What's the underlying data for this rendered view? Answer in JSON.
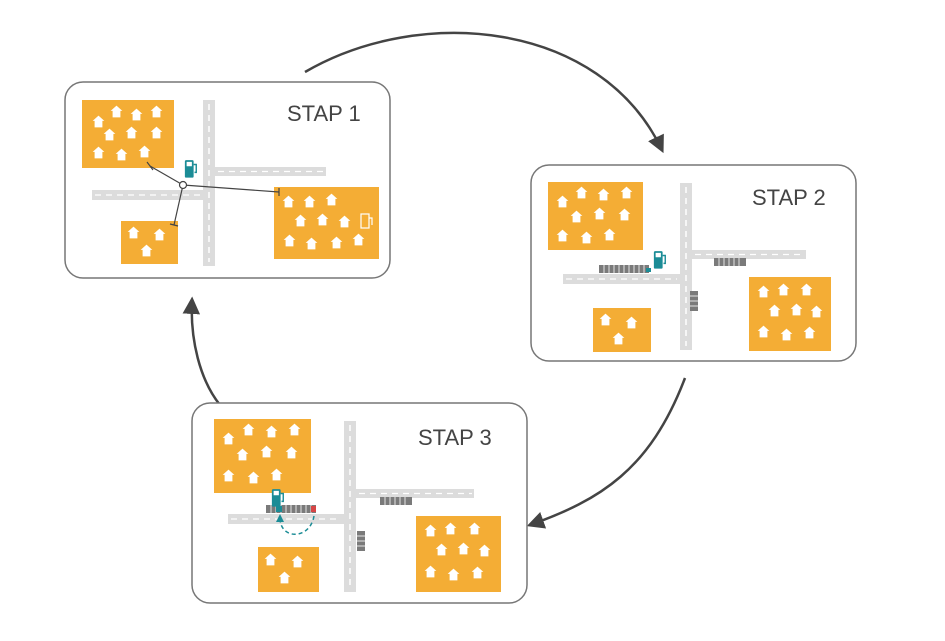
{
  "steps": [
    {
      "label": "STAP 1"
    },
    {
      "label": "STAP 2"
    },
    {
      "label": "STAP 3"
    }
  ],
  "colors": {
    "block": "#F4AD35",
    "house": "#FFFFFF",
    "road": "#DCDCDC",
    "road_marking": "#FFFFFF",
    "frame": "#777777",
    "arrow": "#444444",
    "charger": "#1B8C96",
    "parking": "#7A7A7A",
    "marker_red": "#D64545"
  },
  "icons": [
    "house-icon",
    "charging-station-icon",
    "parking-spaces",
    "cycle-arrow"
  ]
}
